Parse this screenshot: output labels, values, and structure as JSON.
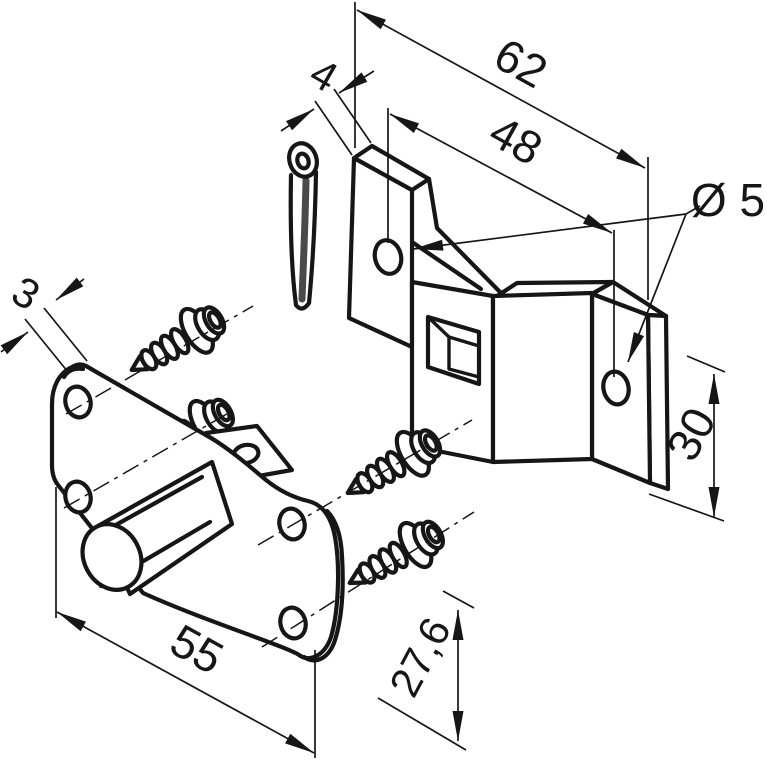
{
  "page": {
    "background": "#ffffff",
    "line_color": "#161616"
  },
  "drawing": {
    "type": "exploded-assembly-technical-drawing",
    "dimensions": {
      "bracket_overall_width": "62",
      "bracket_hole_spacing": "48",
      "hole_diameter": "Ø 5",
      "bracket_plate_thickness": "4",
      "plate_thickness": "3",
      "flange_height": "30",
      "plate_width": "55",
      "hole_vertical_offset": "27,6"
    }
  }
}
